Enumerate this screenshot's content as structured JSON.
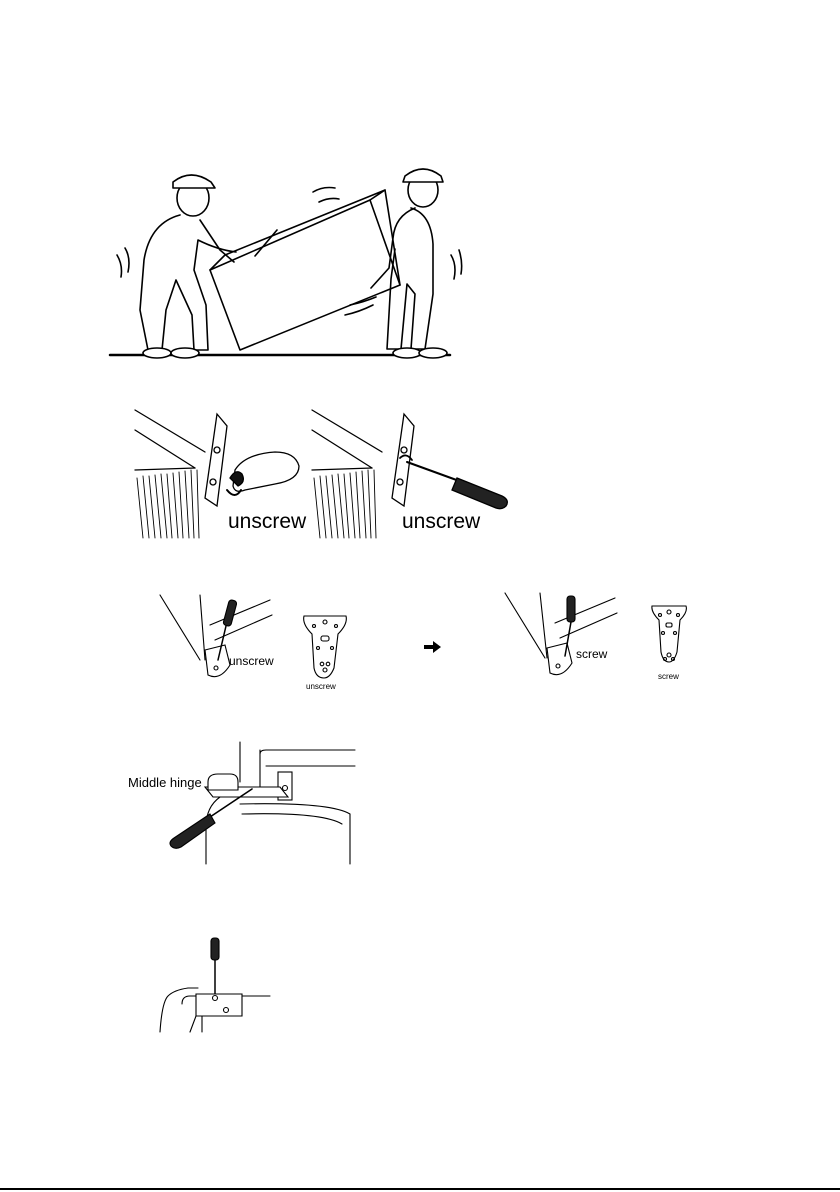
{
  "figures": {
    "carrying": {},
    "top_hinge_hand": {
      "label": "unscrew"
    },
    "top_hinge_screwdriver": {
      "label": "unscrew"
    },
    "lower_corner_left": {
      "label": "unscrew"
    },
    "hinge_plate_left": {
      "label": "unscrew"
    },
    "lower_corner_right": {
      "label": "screw"
    },
    "hinge_plate_right": {
      "label": "screw"
    },
    "middle_hinge": {
      "label": "Middle hinge"
    },
    "bottom_hinge": {}
  },
  "icons": {
    "arrow": "right-arrow-icon"
  }
}
